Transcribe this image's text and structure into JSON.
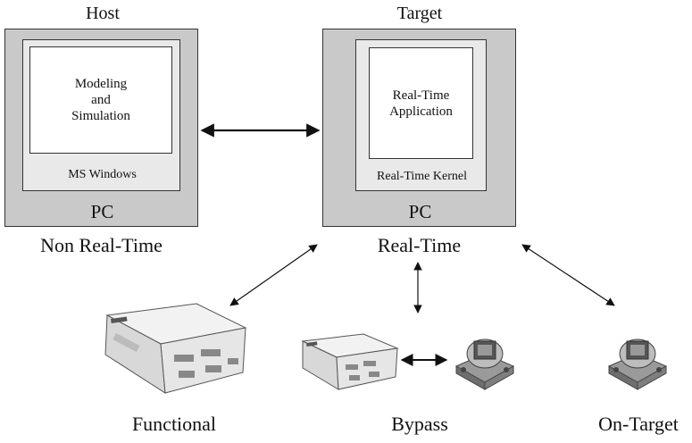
{
  "host": {
    "heading": "Host",
    "screen_text": [
      "Modeling",
      "and",
      "Simulation"
    ],
    "os_label": "MS Windows",
    "pc_label": "PC",
    "caption": "Non Real-Time"
  },
  "target": {
    "heading": "Target",
    "screen_text": [
      "Real-Time",
      "Application"
    ],
    "os_label": "Real-Time Kernel",
    "pc_label": "PC",
    "caption": "Real-Time"
  },
  "modes": {
    "functional": "Functional",
    "bypass": "Bypass",
    "on_target": "On-Target"
  },
  "colors": {
    "pc_outer": "#c9c9c9",
    "pc_inner": "#e9e9e9",
    "screen": "#ffffff",
    "line": "#111111"
  }
}
